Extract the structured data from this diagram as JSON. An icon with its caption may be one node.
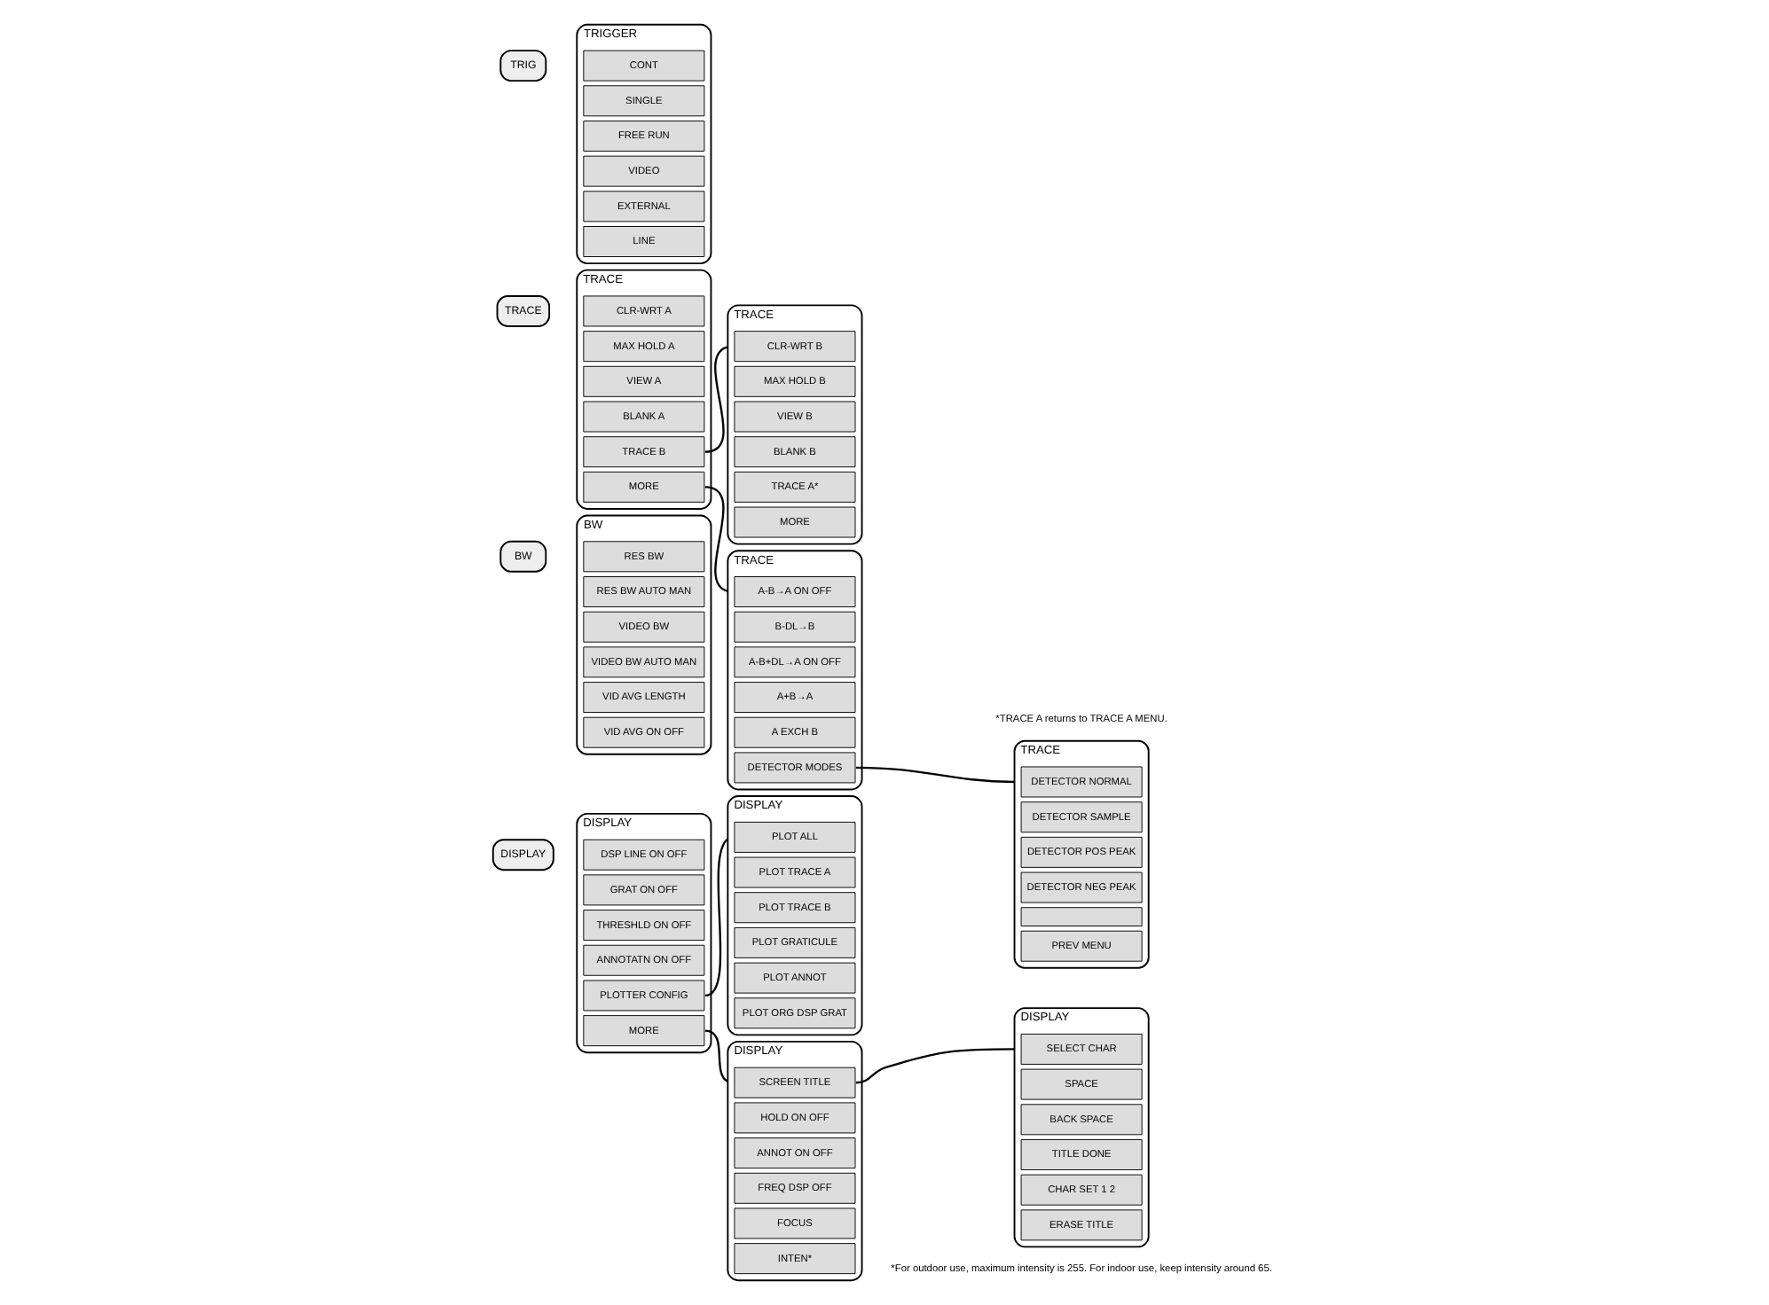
{
  "diagram": {
    "nodes": [
      {
        "text": [
          "DISPLAY"
        ]
      },
      {
        "text": [
          "DSP LINE ON OFF"
        ],
        "in": 0
      },
      {
        "text": [
          "GRAT ON OFF"
        ],
        "in": 0
      },
      {
        "text": [
          "THRESHLD ON OFF"
        ],
        "in": 0
      },
      {
        "text": [
          "ANNOTATN ON OFF"
        ],
        "in": 0
      },
      {
        "text": [
          "PLOTTER CONFIG"
        ],
        "in": 0
      },
      {
        "text": [
          "MORE"
        ],
        "in": 0
      },
      {
        "text": [
          "DISPLAY"
        ]
      },
      {
        "text": [
          "DISPLAY"
        ]
      },
      {
        "text": [
          "PLOT ALL"
        ],
        "in": 8
      },
      {
        "text": [
          "PLOT TRACE A"
        ],
        "in": 8
      },
      {
        "text": [
          "PLOT TRACE B"
        ],
        "in": 8
      },
      {
        "text": [
          "PLOT GRATICULE"
        ],
        "in": 8
      },
      {
        "text": [
          "PLOT ANNOT"
        ],
        "in": 8
      },
      {
        "text": [
          "PLOT ORG DSP GRAT"
        ],
        "in": 8
      },
      {
        "text": [
          "DISPLAY"
        ]
      },
      {
        "text": [
          "SCREEN TITLE"
        ],
        "in": 15
      },
      {
        "text": [
          "HOLD ON OFF"
        ],
        "in": 15
      },
      {
        "text": [
          "ANNOT ON OFF"
        ],
        "in": 15
      },
      {
        "text": [
          "FREQ DSP OFF"
        ],
        "in": 15
      },
      {
        "text": [
          "FOCUS"
        ],
        "in": 15
      },
      {
        "text": [
          "INTEN*"
        ],
        "in": 15
      },
      {
        "text": [
          "DISPLAY"
        ]
      },
      {
        "text": [
          "SELECT CHAR"
        ],
        "in": 22
      },
      {
        "text": [
          "SPACE"
        ],
        "in": 22
      },
      {
        "text": [
          "BACK SPACE"
        ],
        "in": 22
      },
      {
        "text": [
          "TITLE DONE"
        ],
        "in": 22
      },
      {
        "text": [
          "CHAR SET 1 2"
        ],
        "in": 22
      },
      {
        "text": [
          "ERASE TITLE"
        ],
        "in": 22
      },
      {
        "text": [
          "BW"
        ]
      },
      {
        "text": [
          "RES BW"
        ],
        "in": 29
      },
      {
        "text": [
          "RES BW AUTO MAN"
        ],
        "in": 29
      },
      {
        "text": [
          "VIDEO BW"
        ],
        "in": 29
      },
      {
        "text": [
          "VIDEO BW AUTO MAN"
        ],
        "in": 29
      },
      {
        "text": [
          "VID AVG LENGTH"
        ],
        "in": 29
      },
      {
        "text": [
          "VID AVG ON OFF"
        ],
        "in": 29
      },
      {
        "text": [
          "BW"
        ]
      },
      {
        "text": [
          "TRACE"
        ]
      },
      {
        "text": [
          "CLR-WRT A"
        ],
        "in": 37
      },
      {
        "text": [
          "MAX HOLD A"
        ],
        "in": 37
      },
      {
        "text": [
          "VIEW A"
        ],
        "in": 37
      },
      {
        "text": [
          "BLANK A"
        ],
        "in": 37
      },
      {
        "text": [
          "TRACE B"
        ],
        "in": 37
      },
      {
        "text": [
          "MORE"
        ],
        "in": 37
      },
      {
        "text": [
          "TRACE"
        ]
      },
      {
        "text": [
          "TRACE"
        ]
      },
      {
        "text": [
          "CLR-WRT B"
        ],
        "in": 45
      },
      {
        "text": [
          "MAX HOLD B"
        ],
        "in": 45
      },
      {
        "text": [
          "VIEW B"
        ],
        "in": 45
      },
      {
        "text": [
          "BLANK B"
        ],
        "in": 45
      },
      {
        "text": [
          "TRACE A*"
        ],
        "in": 45
      },
      {
        "text": [
          "MORE"
        ],
        "in": 45
      },
      {
        "text": [
          "TRACE"
        ]
      },
      {
        "text": [
          "A-B→A ON OFF"
        ],
        "in": 52
      },
      {
        "text": [
          "B-DL→B"
        ],
        "in": 52
      },
      {
        "text": [
          "A-B+DL→A ON OFF"
        ],
        "in": 52
      },
      {
        "text": [
          "A+B→A"
        ],
        "in": 52
      },
      {
        "text": [
          "A EXCH B"
        ],
        "in": 52
      },
      {
        "text": [
          "DETECTOR MODES"
        ],
        "in": 52
      },
      {
        "text": [
          "TRACE"
        ]
      },
      {
        "text": [
          "DETECTOR NORMAL"
        ],
        "in": 59
      },
      {
        "text": [
          "DETECTOR SAMPLE"
        ],
        "in": 59
      },
      {
        "text": [
          "DETECTOR POS PEAK"
        ],
        "in": 59
      },
      {
        "text": [
          "DETECTOR NEG PEAK"
        ],
        "in": 59
      },
      {
        "text": [],
        "shape": "box",
        "in": 59
      },
      {
        "text": [
          "PREV MENU"
        ],
        "in": 59
      },
      {
        "text": [
          "TRIGGER"
        ]
      },
      {
        "text": [
          "CONT"
        ],
        "in": 66
      },
      {
        "text": [
          "SINGLE"
        ],
        "in": 66
      },
      {
        "text": [
          "FREE RUN"
        ],
        "in": 66
      },
      {
        "text": [
          "VIDEO"
        ],
        "in": 66
      },
      {
        "text": [
          "EXTERNAL"
        ],
        "in": 66
      },
      {
        "text": [
          "LINE"
        ],
        "in": 66
      },
      {
        "text": [
          "TRIG"
        ]
      }
    ],
    "edges": [
      {
        "from": 5,
        "to": 8,
        "arrow": "none"
      },
      {
        "from": 6,
        "to": 15,
        "arrow": "none"
      },
      {
        "from": 16,
        "to": 22,
        "arrow": "none"
      },
      {
        "from": 42,
        "to": 45,
        "arrow": "none"
      },
      {
        "from": 43,
        "to": 52,
        "arrow": "none"
      },
      {
        "from": 58,
        "to": 59,
        "arrow": "none"
      }
    ],
    "labels": [
      "*For outdoor use, maximum intensity is 255. For indoor use, keep intensity around 65.",
      "*TRACE A returns to TRACE A MENU."
    ]
  }
}
